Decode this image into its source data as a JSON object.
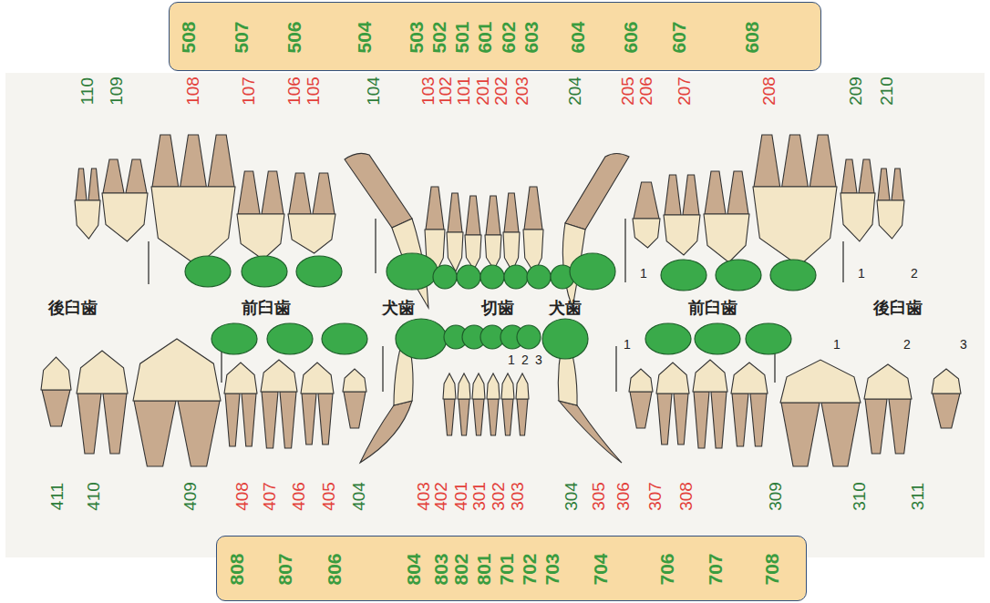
{
  "diagram": {
    "nodes": [
      {
        "text": [
          "508",
          "507",
          "506",
          "504",
          "503",
          "502",
          "501",
          "601",
          "602",
          "603",
          "604",
          "606",
          "607",
          "608"
        ]
      },
      {
        "text": [
          "808",
          "807",
          "806",
          "804",
          "803",
          "802",
          "801",
          "701",
          "702",
          "703",
          "704",
          "706",
          "707",
          "708"
        ]
      }
    ],
    "labels": [
      "110",
      "109",
      "108",
      "107",
      "106",
      "105",
      "104",
      "103",
      "102",
      "101",
      "201",
      "202",
      "203",
      "204",
      "205",
      "206",
      "207",
      "208",
      "209",
      "210",
      "後臼歯",
      "前臼歯",
      "犬歯",
      "切歯",
      "犬歯",
      "前臼歯",
      "後臼歯",
      "1",
      "1",
      "2",
      "1",
      "2",
      "3",
      "1",
      "1",
      "2",
      "3",
      "411",
      "410",
      "409",
      "408",
      "407",
      "406",
      "405",
      "404",
      "403",
      "402",
      "401",
      "301",
      "302",
      "303",
      "304",
      "305",
      "306",
      "307",
      "308",
      "309",
      "310",
      "311"
    ]
  }
}
